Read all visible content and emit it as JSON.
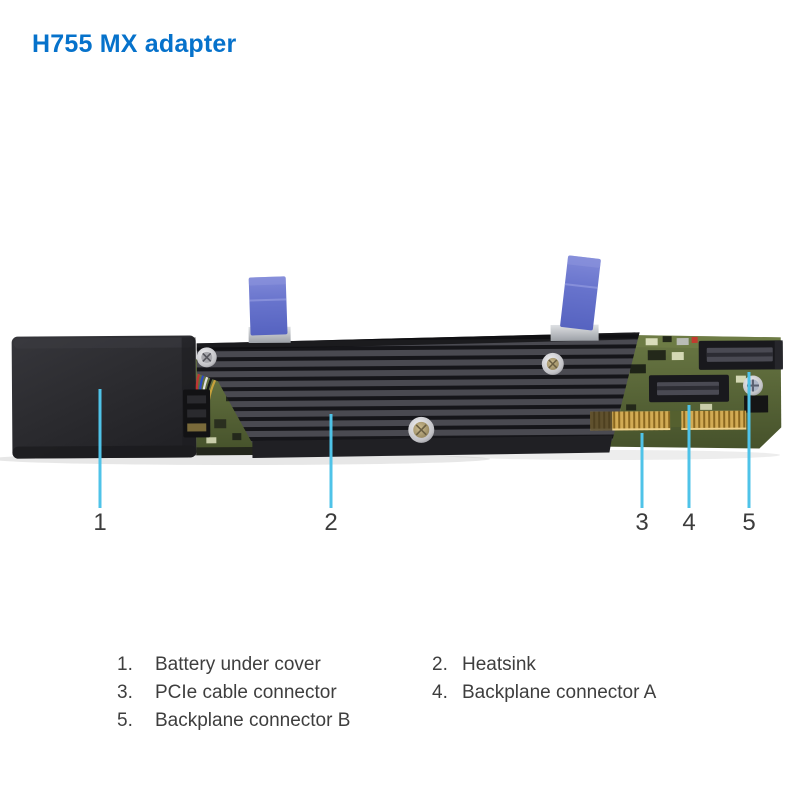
{
  "page": {
    "title": "H755 MX adapter"
  },
  "figure": {
    "description": "Photo of the H755 MX adapter card with numbered callouts",
    "callouts": [
      {
        "number": "1",
        "part": "Battery under cover"
      },
      {
        "number": "2",
        "part": "Heatsink"
      },
      {
        "number": "3",
        "part": "PCIe cable connector"
      },
      {
        "number": "4",
        "part": "Backplane connector A"
      },
      {
        "number": "5",
        "part": "Backplane connector B"
      }
    ]
  },
  "legend": {
    "col1": [
      {
        "num": "1.",
        "label": "Battery under cover"
      },
      {
        "num": "3.",
        "label": "PCIe cable connector"
      },
      {
        "num": "5.",
        "label": "Backplane connector B"
      }
    ],
    "col2": [
      {
        "num": "2.",
        "label": "Heatsink"
      },
      {
        "num": "4.",
        "label": "Backplane connector A"
      }
    ]
  },
  "colors": {
    "title_blue": "#0672cb",
    "callout_line": "#4fc3e8",
    "body_text": "#3e3e3e",
    "pull_tab_blue": "#6372c9",
    "pcb_green": "#5c6b3f",
    "gold_connector": "#d2ab54",
    "heatsink_dark": "#2a2a2e"
  }
}
